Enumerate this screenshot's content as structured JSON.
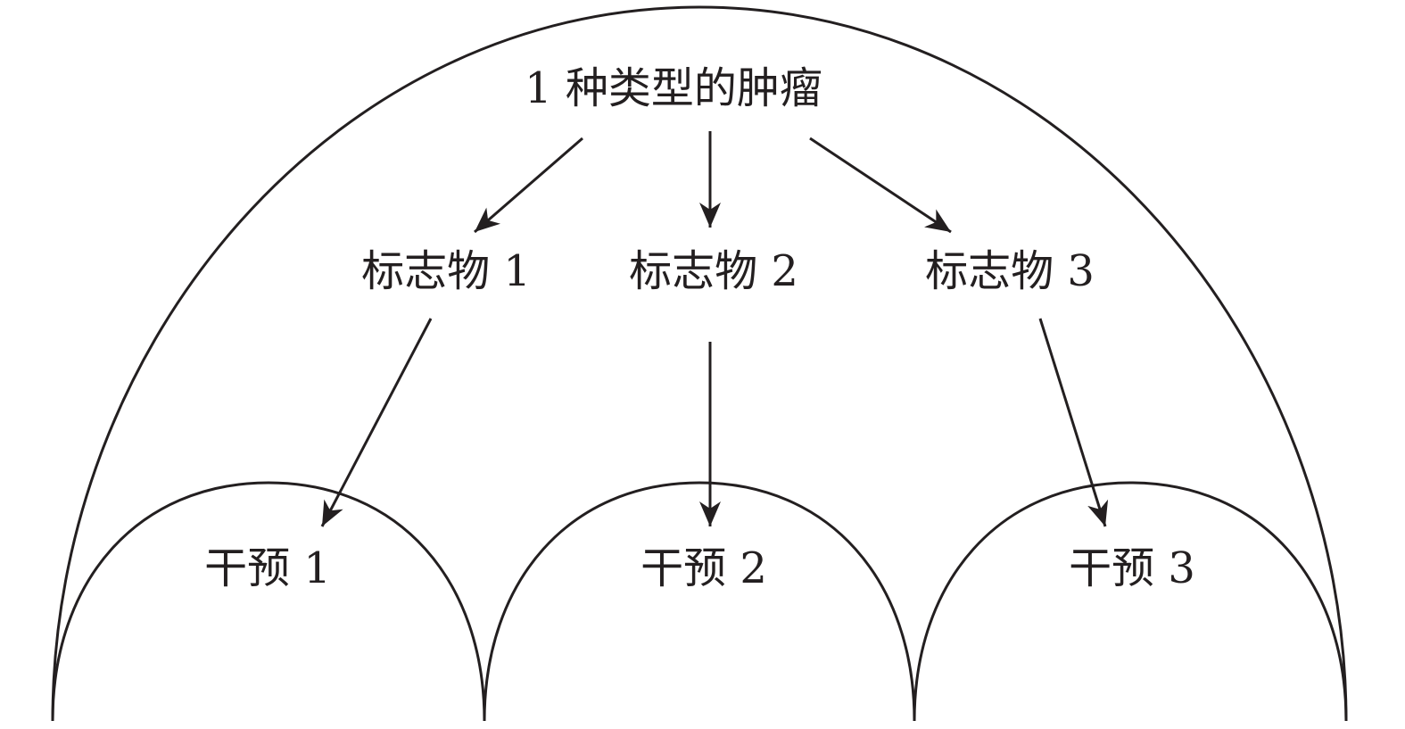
{
  "diagram": {
    "root": {
      "label": "1 种类型的肿瘤"
    },
    "markers": [
      {
        "label": "标志物 1"
      },
      {
        "label": "标志物 2"
      },
      {
        "label": "标志物 3"
      }
    ],
    "interventions": [
      {
        "label": "干预 1"
      },
      {
        "label": "干预 2"
      },
      {
        "label": "干预 3"
      }
    ]
  },
  "colors": {
    "stroke": "#231f20",
    "text": "#231f20",
    "background": "#ffffff"
  }
}
